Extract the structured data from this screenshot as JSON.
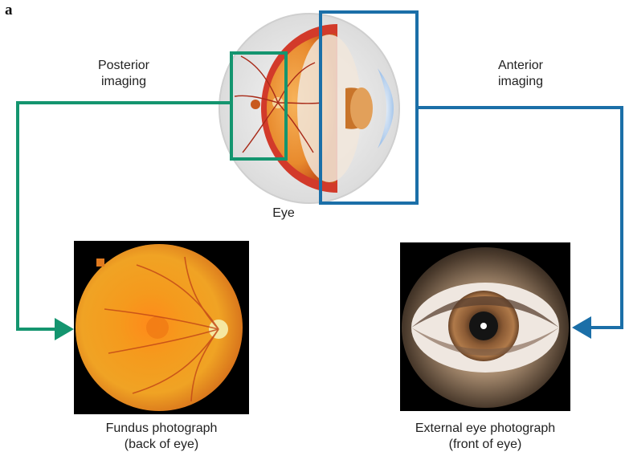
{
  "panel_letter": "a",
  "labels": {
    "posterior_line1": "Posterior",
    "posterior_line2": "imaging",
    "anterior_line1": "Anterior",
    "anterior_line2": "imaging",
    "eye": "Eye",
    "fundus_line1": "Fundus photograph",
    "fundus_line2": "(back of eye)",
    "external_line1": "External eye photograph",
    "external_line2": "(front of eye)"
  },
  "colors": {
    "posterior_arrow": "#14956f",
    "anterior_arrow": "#1b6fa8"
  }
}
